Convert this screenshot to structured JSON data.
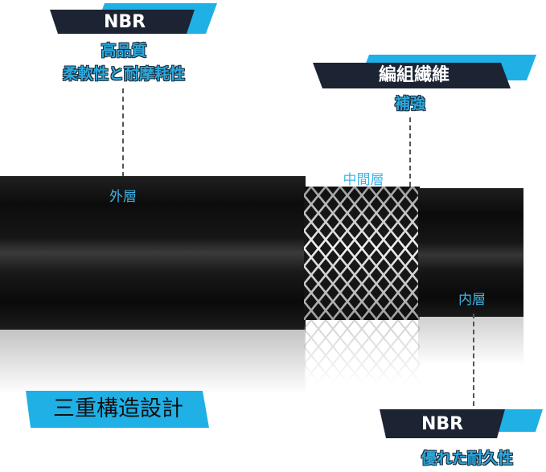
{
  "callouts": {
    "top_left": {
      "tag": "NBR",
      "lines": [
        "高品質",
        "柔軟性と耐摩耗性"
      ]
    },
    "top_right": {
      "tag": "編組繊維",
      "lines": [
        "補強"
      ]
    },
    "bottom_right": {
      "tag": "NBR",
      "lines": [
        "優れた耐久性"
      ]
    }
  },
  "layers": {
    "outer": "外層",
    "middle": "中間層",
    "inner": "内層"
  },
  "banner": {
    "title": "三重構造設計"
  },
  "colors": {
    "accent": "#1fb0e6",
    "tag_dark": "#1c2433",
    "label_blue": "#3fb4e6"
  }
}
